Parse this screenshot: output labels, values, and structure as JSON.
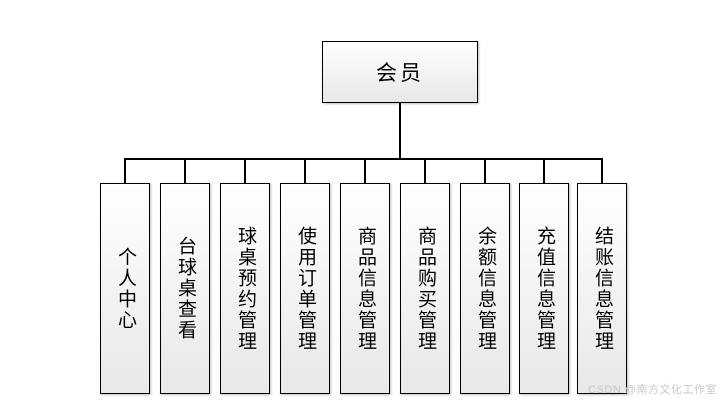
{
  "diagram": {
    "type": "org-tree",
    "root": {
      "label": "会员"
    },
    "children": [
      {
        "label": "个人中心"
      },
      {
        "label": "台球桌查看"
      },
      {
        "label": "球桌预约管理"
      },
      {
        "label": "使用订单管理"
      },
      {
        "label": "商品信息管理"
      },
      {
        "label": "商品购买管理"
      },
      {
        "label": "余额信息管理"
      },
      {
        "label": "充值信息管理"
      },
      {
        "label": "结账信息管理"
      }
    ]
  },
  "watermark": {
    "text": "CSDN @南方文化工作室"
  },
  "colors": {
    "line": "#000000",
    "node_fill": "#f2f2f2",
    "node_border": "#000000",
    "watermark": "#c9c9c9"
  }
}
